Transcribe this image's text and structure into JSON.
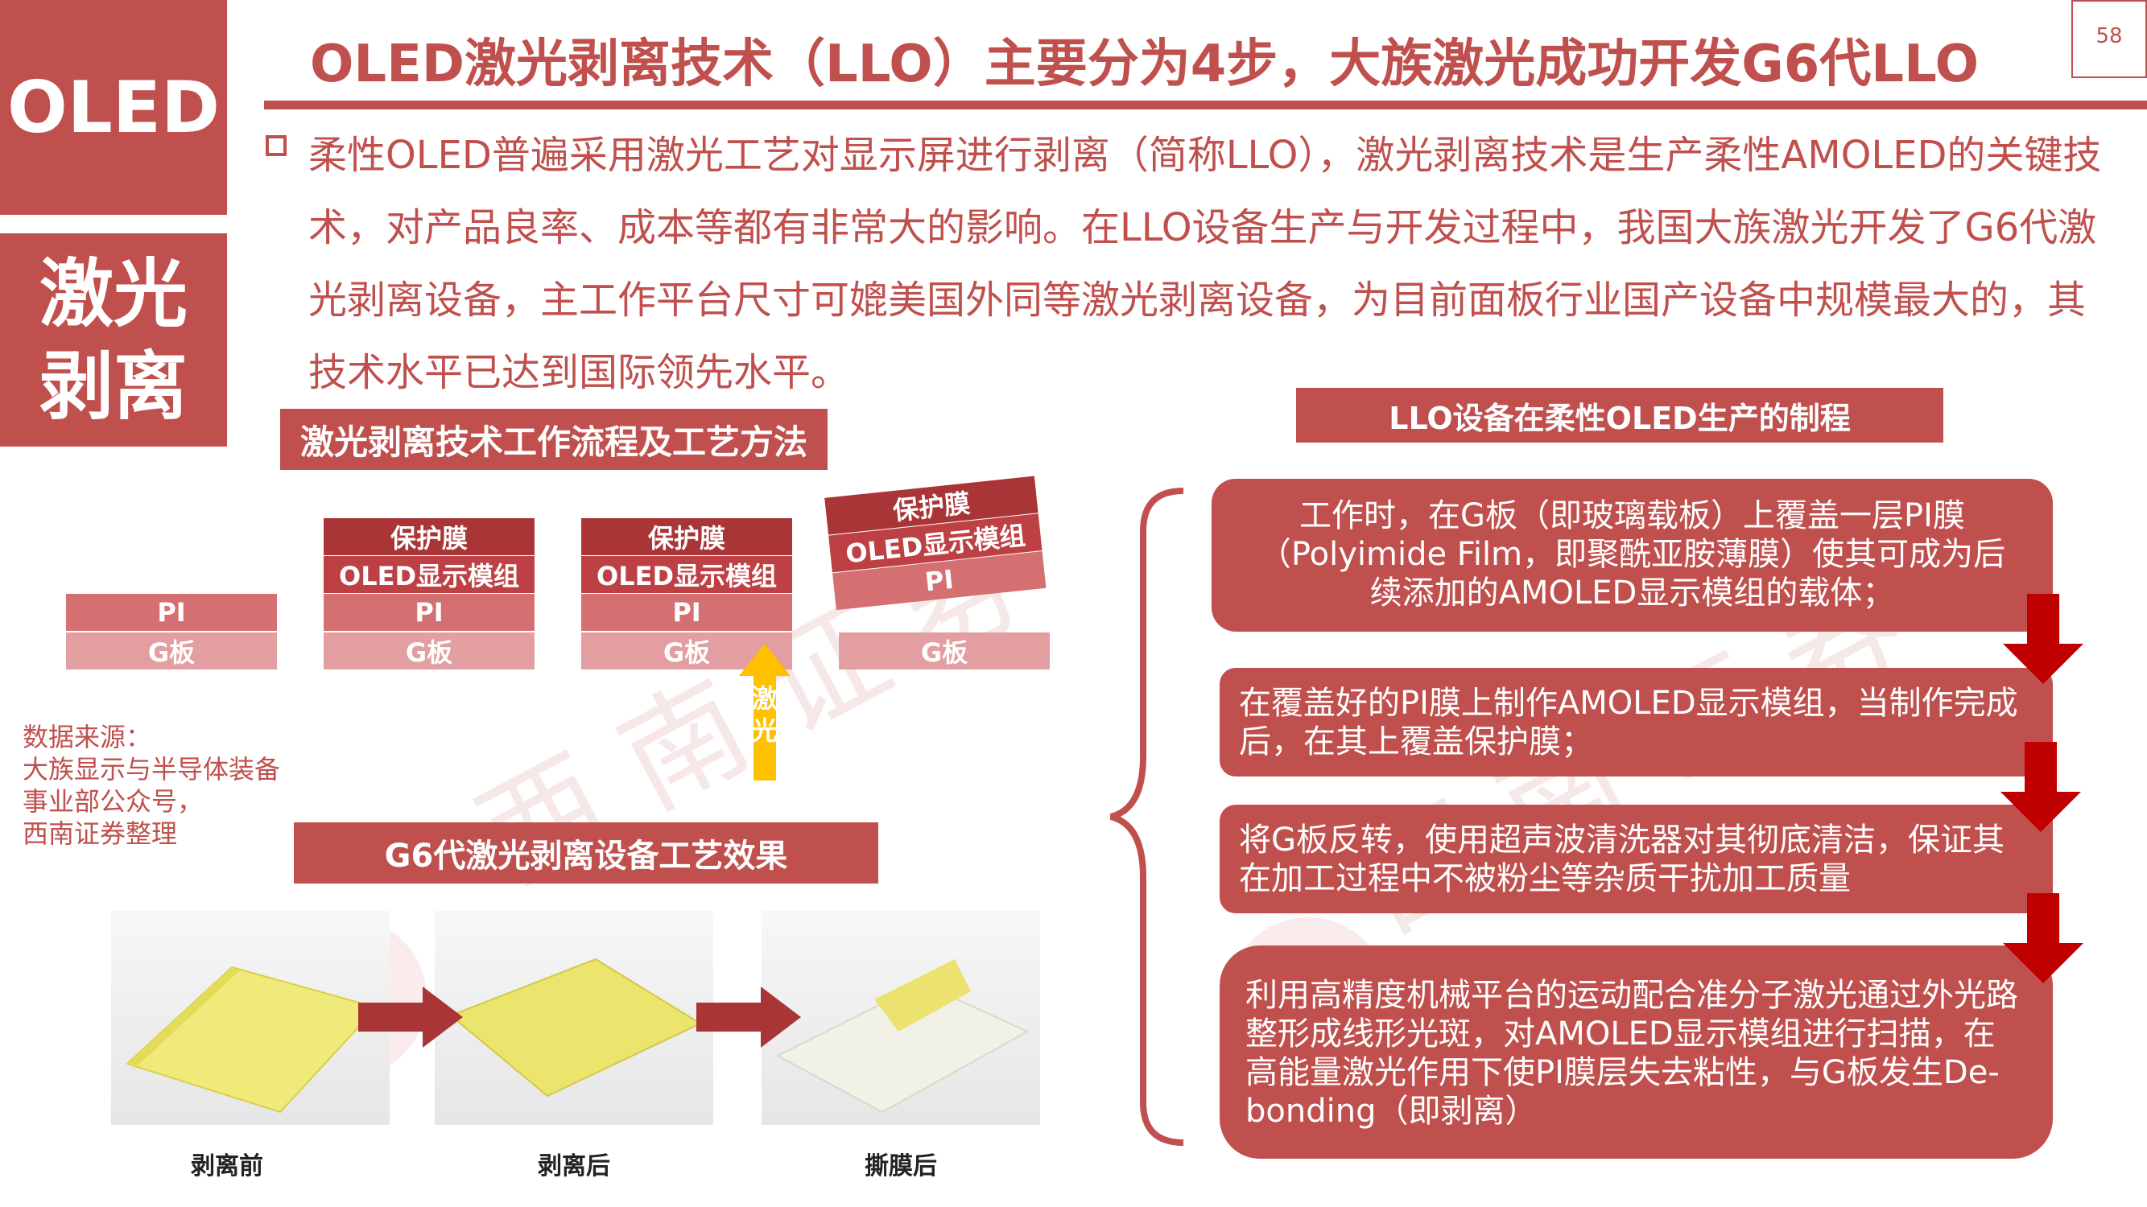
{
  "side_tabs": {
    "top": "OLED",
    "bottom_line1": "激光",
    "bottom_line2": "剥离"
  },
  "title": "OLED激光剥离技术（LLO）主要分为4步，大族激光成功开发G6代LLO",
  "page_number": "58",
  "intro_text": "柔性OLED普遍采用激光工艺对显示屏进行剥离（简称LLO），激光剥离技术是生产柔性AMOLED的关键技术，对产品良率、成本等都有非常大的影响。在LLO设备生产与开发过程中，我国大族激光开发了G6代激光剥离设备，主工作平台尺寸可媲美国外同等激光剥离设备，为目前面板行业国产设备中规模最大的，其技术水平已达到国际领先水平。",
  "left_panel": {
    "workflow_title": "激光剥离技术工作流程及工艺方法",
    "layers": {
      "protective": "保护膜",
      "oled_module": "OLED显示模组",
      "pi": "PI",
      "g_plate": "G板"
    },
    "laser_label_1": "激",
    "laser_label_2": "光",
    "source": [
      "数据来源：",
      "大族显示与半导体装备",
      "事业部公众号，",
      "西南证券整理"
    ],
    "effect_title": "G6代激光剥离设备工艺效果",
    "captions": [
      "剥离前",
      "剥离后",
      "撕膜后"
    ]
  },
  "right_panel": {
    "title": "LLO设备在柔性OLED生产的制程",
    "steps": [
      "工作时，在G板（即玻璃载板）上覆盖一层PI膜（Polyimide Film，即聚酰亚胺薄膜）使其可成为后续添加的AMOLED显示模组的载体；",
      "在覆盖好的PI膜上制作AMOLED显示模组，当制作完成后，在其上覆盖保护膜；",
      "将G板反转，使用超声波清洗器对其彻底清洁，保证其在加工过程中不被粉尘等杂质干扰加工质量",
      "利用高精度机械平台的运动配合准分子激光通过外光路整形成线形光斑，对AMOLED显示模组进行扫描，在高能量激光作用下使PI膜层失去粘性，与G板发生De-bonding（即剥离）"
    ]
  },
  "colors": {
    "accent": "#c0504d",
    "arrow": "#c00000",
    "laser_arrow": "#ffc000",
    "photo_arrow": "#a93537"
  }
}
